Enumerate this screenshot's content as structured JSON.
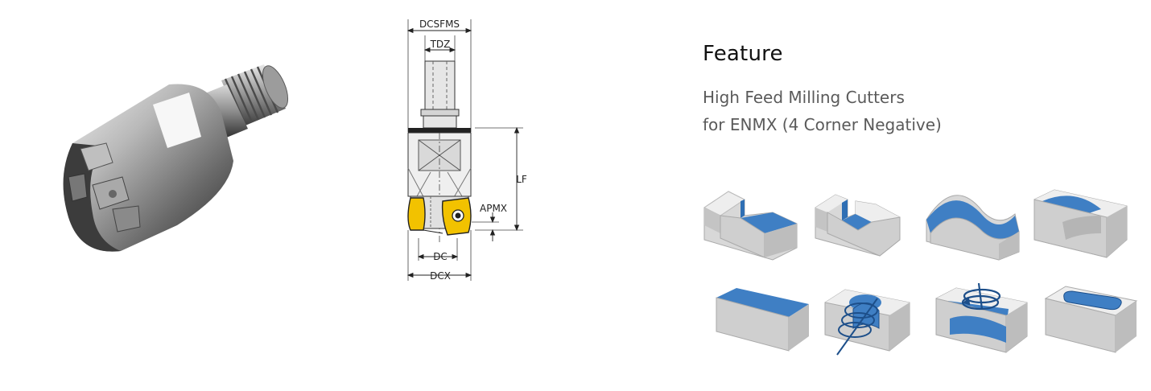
{
  "feature": {
    "title": "Feature",
    "subtitle_lines": [
      "High Feed Milling Cutters",
      "for ENMX (4 Corner Negative)"
    ]
  },
  "diagram": {
    "labels": {
      "dcsfms": "DCSFMS",
      "tdz": "TDZ",
      "lf": "LF",
      "apmx": "APMX",
      "dc": "DC",
      "dcx": "DCX"
    }
  },
  "operations": [
    {
      "icon": "shouldering-icon"
    },
    {
      "icon": "slotting-icon"
    },
    {
      "icon": "contouring-icon"
    },
    {
      "icon": "circular-pocket-icon"
    },
    {
      "icon": "face-milling-icon"
    },
    {
      "icon": "helical-interpolation-icon"
    },
    {
      "icon": "helical-pocketing-icon"
    },
    {
      "icon": "slot-pocket-icon"
    }
  ],
  "colors": {
    "insert_yellow": "#f2c200",
    "surface_blue": "#3f7fc4",
    "block_gray": "#d8d8d8"
  }
}
